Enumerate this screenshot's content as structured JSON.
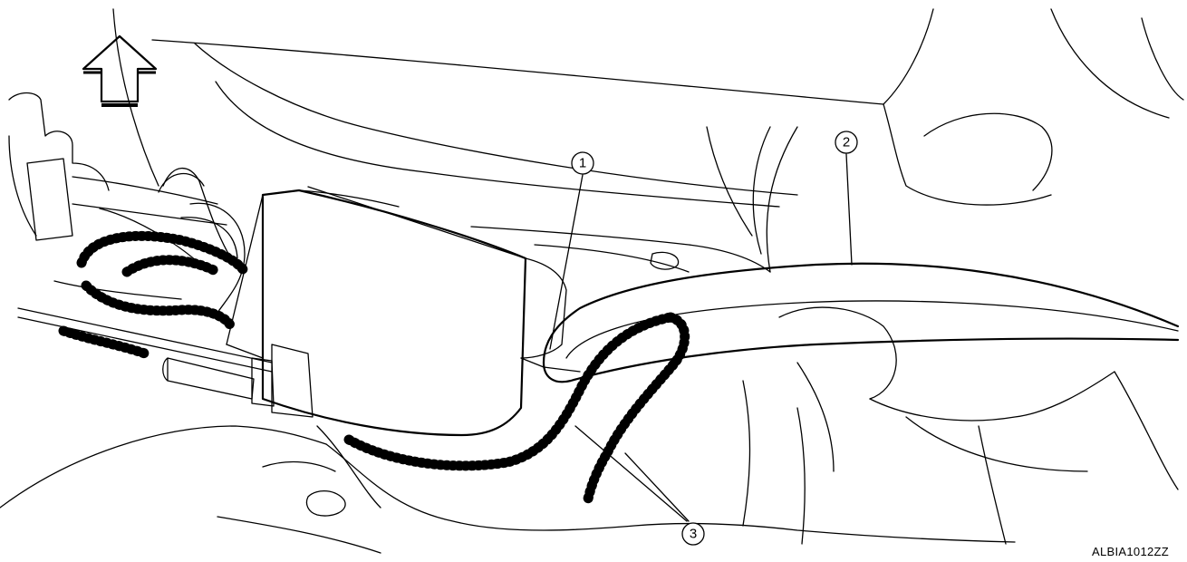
{
  "callouts": [
    {
      "id": "1",
      "label": "1"
    },
    {
      "id": "2",
      "label": "2"
    },
    {
      "id": "3",
      "label": "3"
    }
  ],
  "figure_code": "ALBIA1012ZZ",
  "icons": {
    "direction_arrow": "up-arrow-icon"
  }
}
